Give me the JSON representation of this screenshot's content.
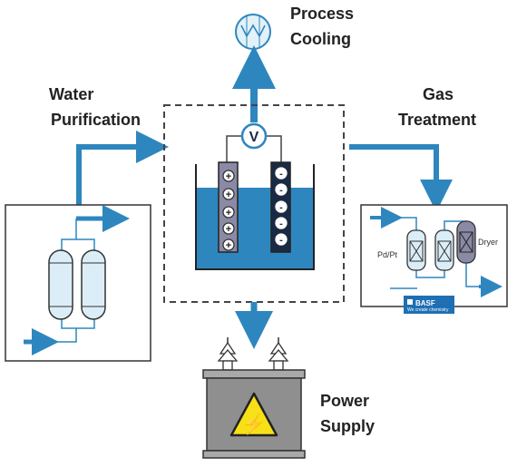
{
  "labels": {
    "process_cooling": [
      "Process",
      "Cooling"
    ],
    "water_purification": [
      "Water",
      "Purification"
    ],
    "gas_treatment": [
      "Gas",
      "Treatment"
    ],
    "power_supply": [
      "Power",
      "Supply"
    ]
  },
  "electrolyzer": {
    "voltmeter_symbol": "V",
    "anode_symbol": "+",
    "cathode_symbol": "-"
  },
  "gas_treatment": {
    "catalyst_label": "Pd/Pt",
    "dryer_label": "Dryer",
    "brand_label": "BASF",
    "brand_tagline": "We create chemistry"
  },
  "power": {
    "hazard_symbol": "⚡"
  },
  "colors": {
    "accent_blue": "#2e86bf",
    "electrolyte": "#2e86bf",
    "anode": "#8a8aa6",
    "cathode": "#1b2a44",
    "transformer_body": "#8f8f8f",
    "hazard_yellow": "#f7e017"
  }
}
